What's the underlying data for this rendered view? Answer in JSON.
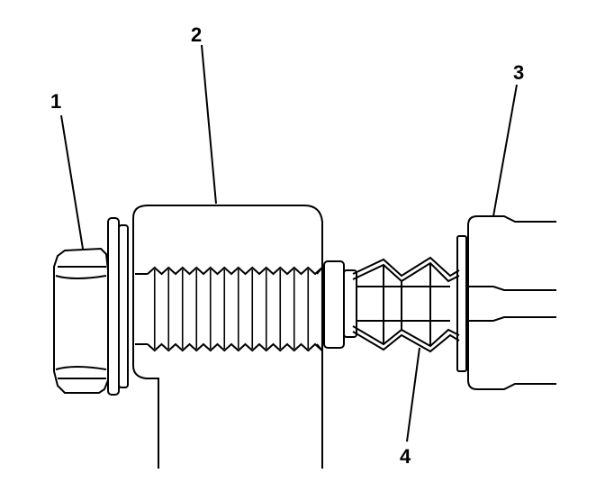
{
  "colors": {
    "line": "#000000",
    "background": "#ffffff"
  },
  "callouts": {
    "c1": "1",
    "c2": "2",
    "c3": "3",
    "c4": "4"
  }
}
